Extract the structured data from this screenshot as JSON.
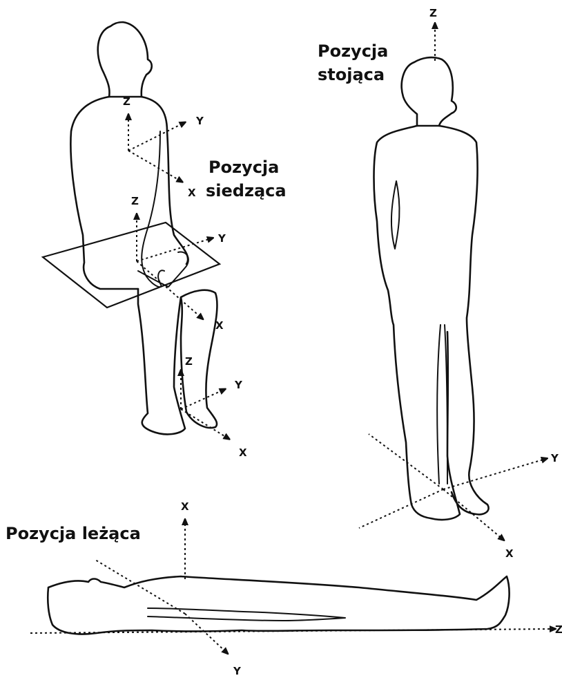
{
  "captions": {
    "sitting_line1": "Pozycja",
    "sitting_line2": "siedząca",
    "standing_line1": "Pozycja",
    "standing_line2": "stojąca",
    "lying": "Pozycja leżąca"
  },
  "axes": {
    "x": "X",
    "y": "Y",
    "z": "Z"
  }
}
